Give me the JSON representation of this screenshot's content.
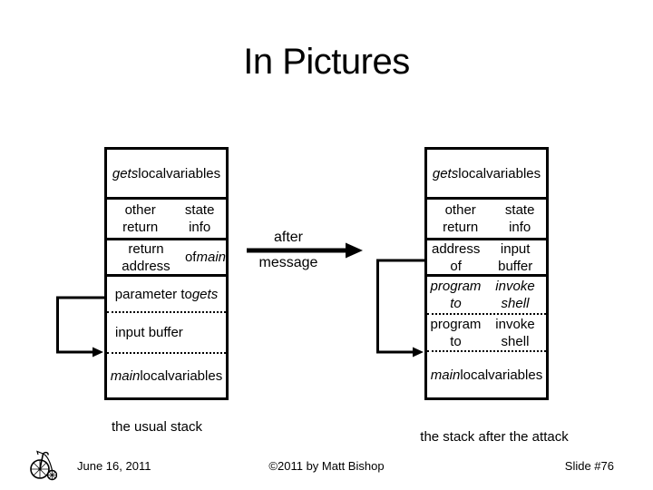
{
  "title": "In Pictures",
  "transition": {
    "label_top": "after",
    "label_bottom": "message"
  },
  "stacks": [
    {
      "name": "usual",
      "caption": "the usual stack",
      "cells": [
        {
          "segments": [
            {
              "t": "gets",
              "i": true
            },
            {
              "t": " local"
            },
            {
              "br": true
            },
            {
              "t": "variables"
            }
          ]
        },
        {
          "segments": [
            {
              "t": "other return"
            },
            {
              "br": true
            },
            {
              "t": "state info"
            }
          ]
        },
        {
          "segments": [
            {
              "t": "return address"
            },
            {
              "br": true
            },
            {
              "t": "of "
            },
            {
              "t": "main",
              "i": true
            }
          ]
        },
        {
          "segments": [
            {
              "t": "parameter to"
            },
            {
              "br": true
            },
            {
              "t": "gets",
              "i": true
            }
          ]
        },
        {
          "segments": [
            {
              "t": "input buffer"
            }
          ]
        },
        {
          "segments": [
            {
              "t": "main",
              "i": true
            },
            {
              "t": " local"
            },
            {
              "br": true
            },
            {
              "t": "variables"
            }
          ]
        }
      ]
    },
    {
      "name": "after-attack",
      "caption": "the stack after the attack",
      "cells": [
        {
          "segments": [
            {
              "t": "gets",
              "i": true
            },
            {
              "t": " local"
            },
            {
              "br": true
            },
            {
              "t": "variables"
            }
          ]
        },
        {
          "segments": [
            {
              "t": "other return"
            },
            {
              "br": true
            },
            {
              "t": "state info"
            }
          ]
        },
        {
          "segments": [
            {
              "t": "address of"
            },
            {
              "br": true
            },
            {
              "t": "input buffer"
            }
          ]
        },
        {
          "segments": [
            {
              "t": "program to",
              "i": true
            },
            {
              "br": true
            },
            {
              "t": "invoke shell",
              "i": true
            }
          ]
        },
        {
          "segments": [
            {
              "t": "program to"
            },
            {
              "br": true
            },
            {
              "t": "invoke shell"
            }
          ]
        },
        {
          "segments": [
            {
              "t": "main",
              "i": true
            },
            {
              "t": " local"
            },
            {
              "br": true
            },
            {
              "t": "variables"
            }
          ]
        }
      ]
    }
  ],
  "footer": {
    "date": "June 16, 2011",
    "copyright": "©2011 by Matt Bishop",
    "slide_number": "Slide #76"
  },
  "icons": {
    "footer_logo": "penny-farthing-bicycle-icon"
  },
  "colors": {
    "foreground": "#000000",
    "background": "#ffffff"
  }
}
